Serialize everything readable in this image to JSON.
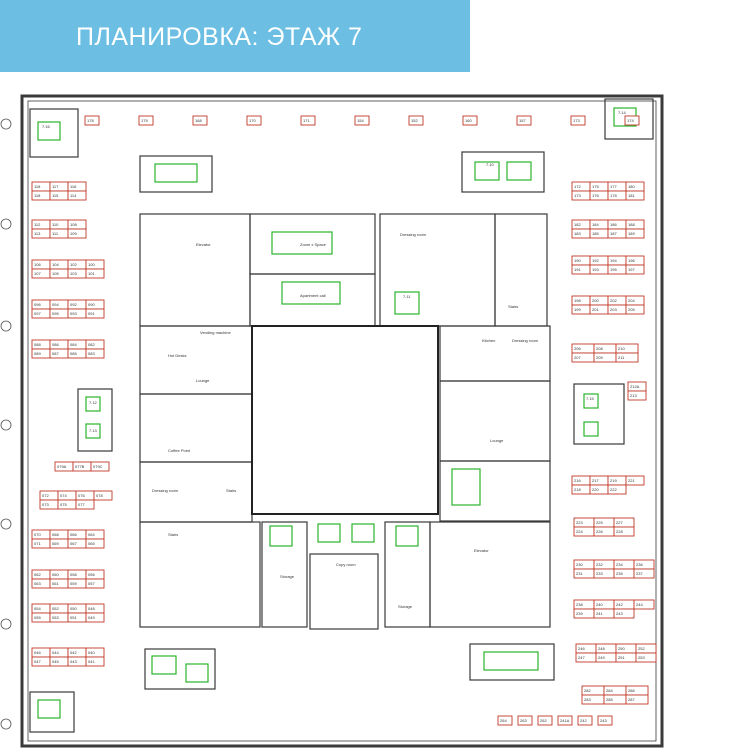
{
  "header": {
    "title": "ПЛАНИРОВКА: ЭТАЖ 7"
  },
  "colors": {
    "banner": "#6cbfe3",
    "desk_outline": "#c0392b",
    "meeting_seat": "#2bb52b",
    "wall": "#3a3a3a"
  },
  "rooms": {
    "elevator_nw": "Elevator",
    "elevator_se": "Elevator",
    "stairs_w": "Stairs",
    "stairs_e": "Stairs",
    "stairs_sw": "Stairs",
    "dressing_n": "Dressing room",
    "dressing_e": "Dressing room",
    "dressing_w": "Dressing room",
    "vending": "Vending machine",
    "hot_desks": "Hot Desks",
    "lounge_w": "Lounge",
    "lounge_e": "Lounge",
    "coffee_point": "Coffee Point",
    "kitchen": "Kitchen",
    "copy_room": "Copy room",
    "storage_1": "Storage",
    "storage_2": "Storage",
    "meeting_1": "Zoom x Space",
    "meeting_2": "Apartment call",
    "room_716": "7.16",
    "room_7_10": "7.10",
    "room_7_11": "7.11",
    "room_7_12": "7.12",
    "room_7_13": "7.13",
    "room_7_14": "7.14",
    "room_7_15": "7.15"
  },
  "desks": {
    "top_row": [
      "178",
      "179",
      "168",
      "170",
      "171",
      "154",
      "152",
      "160",
      "157",
      "173",
      "174"
    ],
    "left_block_a": [
      "118",
      "117",
      "116",
      "118",
      "115",
      "114"
    ],
    "left_block_b": [
      "112",
      "110",
      "108",
      "113",
      "111",
      "109"
    ],
    "left_block_c": [
      "106",
      "104",
      "102",
      "100",
      "107",
      "105",
      "103",
      "101"
    ],
    "left_block_d": [
      "096",
      "094",
      "092",
      "090",
      "097",
      "095",
      "093",
      "091"
    ],
    "left_block_e": [
      "088",
      "086",
      "084",
      "082",
      "089",
      "087",
      "085",
      "083"
    ],
    "left_block_f": [
      "079A",
      "077B",
      "079C"
    ],
    "left_block_g": [
      "072",
      "074",
      "076",
      "078",
      "073",
      "075",
      "077"
    ],
    "left_block_h": [
      "070",
      "068",
      "066",
      "064",
      "071",
      "069",
      "067",
      "065"
    ],
    "left_block_i": [
      "062",
      "060",
      "058",
      "056",
      "063",
      "061",
      "059",
      "057"
    ],
    "left_block_j": [
      "054",
      "052",
      "050",
      "048",
      "055",
      "053",
      "051",
      "049"
    ],
    "left_block_k": [
      "046",
      "044",
      "042",
      "040",
      "047",
      "045",
      "043",
      "041"
    ],
    "right_block_a": [
      "172",
      "175",
      "177",
      "180",
      "173",
      "176",
      "178",
      "181"
    ],
    "right_block_b": [
      "182",
      "184",
      "186",
      "188",
      "183",
      "185",
      "187",
      "189"
    ],
    "right_block_c": [
      "190",
      "192",
      "194",
      "196",
      "191",
      "193",
      "195",
      "197"
    ],
    "right_block_d": [
      "198",
      "200",
      "202",
      "204",
      "199",
      "201",
      "203",
      "205"
    ],
    "right_block_e": [
      "206",
      "208",
      "210",
      "207",
      "209",
      "211"
    ],
    "right_block_f": [
      "212A",
      "213"
    ],
    "right_block_g": [
      "216",
      "217",
      "219",
      "221",
      "218",
      "220",
      "222"
    ],
    "right_block_h": [
      "223",
      "225",
      "227",
      "224",
      "226",
      "228"
    ],
    "right_block_i": [
      "230",
      "232",
      "234",
      "236",
      "231",
      "233",
      "235",
      "237"
    ],
    "right_block_j": [
      "238",
      "240",
      "242",
      "244",
      "239",
      "241",
      "243"
    ],
    "right_block_k": [
      "246",
      "248",
      "250",
      "252",
      "247",
      "249",
      "251",
      "253"
    ],
    "right_block_l": [
      "282",
      "284",
      "286",
      "283",
      "285",
      "287"
    ],
    "bottom_row": [
      "264",
      "263",
      "262",
      "241A",
      "242",
      "243"
    ]
  }
}
